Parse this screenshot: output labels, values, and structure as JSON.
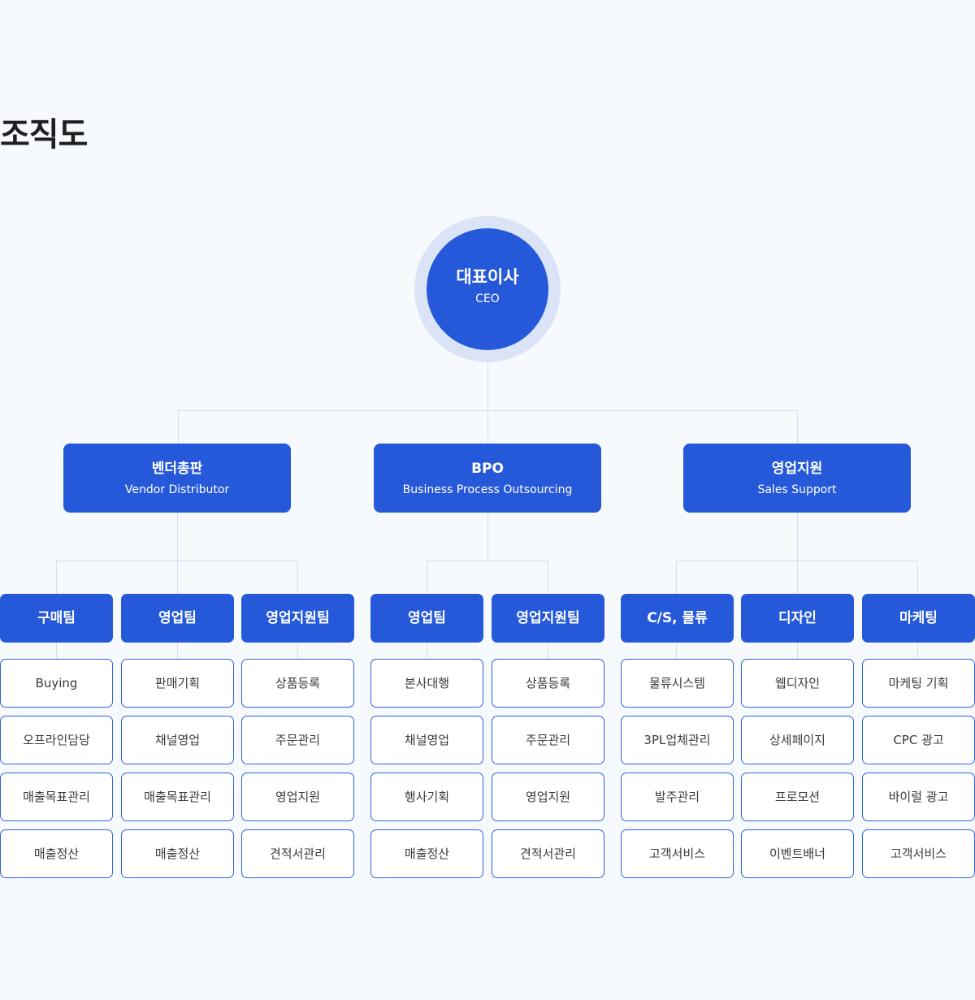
{
  "title": "조직도",
  "colors": {
    "primary": "#2659d9",
    "ring": "#dbe3f7",
    "line": "#d5deee",
    "border": "#2f63d9",
    "background": "#f7fafd"
  },
  "ceo": {
    "title": "대표이사",
    "subtitle": "CEO"
  },
  "departments": [
    {
      "name": "벤더총판",
      "subtitle": "Vendor Distributor",
      "teams": [
        {
          "name": "구매팀",
          "tasks": [
            "Buying",
            "오프라인담당",
            "매출목표관리",
            "매출정산"
          ]
        },
        {
          "name": "영업팀",
          "tasks": [
            "판매기획",
            "채널영업",
            "매출목표관리",
            "매출정산"
          ]
        },
        {
          "name": "영업지원팀",
          "tasks": [
            "상품등록",
            "주문관리",
            "영업지원",
            "견적서관리"
          ]
        }
      ]
    },
    {
      "name": "BPO",
      "subtitle": "Business Process Outsourcing",
      "teams": [
        {
          "name": "영업팀",
          "tasks": [
            "본사대행",
            "채널영업",
            "행사기획",
            "매출정산"
          ]
        },
        {
          "name": "영업지원팀",
          "tasks": [
            "상품등록",
            "주문관리",
            "영업지원",
            "견적서관리"
          ]
        }
      ]
    },
    {
      "name": "영업지원",
      "subtitle": "Sales Support",
      "teams": [
        {
          "name": "C/S, 물류",
          "tasks": [
            "물류시스템",
            "3PL업체관리",
            "발주관리",
            "고객서비스"
          ]
        },
        {
          "name": "디자인",
          "tasks": [
            "웹디자인",
            "상세페이지",
            "프로모션",
            "이벤트배너"
          ]
        },
        {
          "name": "마케팅",
          "tasks": [
            "마케팅 기획",
            "CPC 광고",
            "바이럴 광고",
            "고객서비스"
          ]
        }
      ]
    }
  ]
}
